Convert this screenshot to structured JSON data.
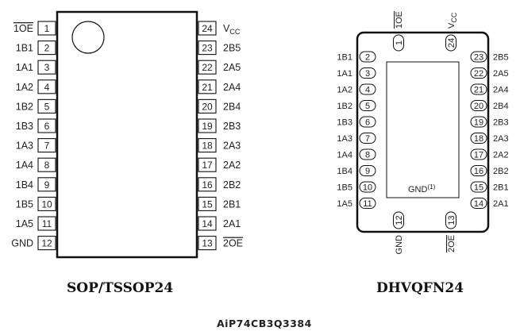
{
  "sop": {
    "caption": "SOP/TSSOP24",
    "left_pins": [
      {
        "num": "1",
        "label": "1OE",
        "overline": true
      },
      {
        "num": "2",
        "label": "1B1"
      },
      {
        "num": "3",
        "label": "1A1"
      },
      {
        "num": "4",
        "label": "1A2"
      },
      {
        "num": "5",
        "label": "1B2"
      },
      {
        "num": "6",
        "label": "1B3"
      },
      {
        "num": "7",
        "label": "1A3"
      },
      {
        "num": "8",
        "label": "1A4"
      },
      {
        "num": "9",
        "label": "1B4"
      },
      {
        "num": "10",
        "label": "1B5"
      },
      {
        "num": "11",
        "label": "1A5"
      },
      {
        "num": "12",
        "label": "GND"
      }
    ],
    "right_pins": [
      {
        "num": "24",
        "label": "V",
        "sub": "CC"
      },
      {
        "num": "23",
        "label": "2B5"
      },
      {
        "num": "22",
        "label": "2A5"
      },
      {
        "num": "21",
        "label": "2A4"
      },
      {
        "num": "20",
        "label": "2B4"
      },
      {
        "num": "19",
        "label": "2B3"
      },
      {
        "num": "18",
        "label": "2A3"
      },
      {
        "num": "17",
        "label": "2A2"
      },
      {
        "num": "16",
        "label": "2B2"
      },
      {
        "num": "15",
        "label": "2B1"
      },
      {
        "num": "14",
        "label": "2A1"
      },
      {
        "num": "13",
        "label": "2OE",
        "overline": true
      }
    ]
  },
  "qfn": {
    "caption": "DHVQFN24",
    "top_pins": [
      {
        "num": "1",
        "label": "1OE",
        "overline": true
      },
      {
        "num": "24",
        "label": "V",
        "sub": "CC"
      }
    ],
    "bottom_pins": [
      {
        "num": "12",
        "label": "GND"
      },
      {
        "num": "13",
        "label": "2OE",
        "overline": true
      }
    ],
    "left_pins": [
      {
        "num": "2",
        "label": "1B1"
      },
      {
        "num": "3",
        "label": "1A1"
      },
      {
        "num": "4",
        "label": "1A2"
      },
      {
        "num": "5",
        "label": "1B2"
      },
      {
        "num": "6",
        "label": "1B3"
      },
      {
        "num": "7",
        "label": "1A3"
      },
      {
        "num": "8",
        "label": "1A4"
      },
      {
        "num": "9",
        "label": "1B4"
      },
      {
        "num": "10",
        "label": "1B5"
      },
      {
        "num": "11",
        "label": "1A5"
      }
    ],
    "right_pins": [
      {
        "num": "23",
        "label": "2B5"
      },
      {
        "num": "22",
        "label": "2A5"
      },
      {
        "num": "21",
        "label": "2A4"
      },
      {
        "num": "20",
        "label": "2B4"
      },
      {
        "num": "19",
        "label": "2B3"
      },
      {
        "num": "18",
        "label": "2A3"
      },
      {
        "num": "17",
        "label": "2A2"
      },
      {
        "num": "16",
        "label": "2B2"
      },
      {
        "num": "15",
        "label": "2B1"
      },
      {
        "num": "14",
        "label": "2A1"
      }
    ],
    "pad_label": "GND",
    "pad_sup": "(1)"
  },
  "part_number": "AiP74CB3Q3384"
}
